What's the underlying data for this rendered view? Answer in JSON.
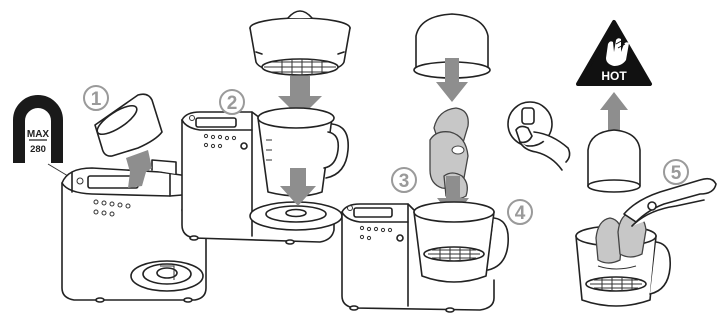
{
  "steps": [
    {
      "number": "1"
    },
    {
      "number": "2"
    },
    {
      "number": "3"
    },
    {
      "number": "4"
    },
    {
      "number": "5"
    }
  ],
  "max_label": {
    "title": "MAX",
    "value": "280"
  },
  "warning": {
    "text": "HOT"
  },
  "colors": {
    "arrow": "#8e8e8e",
    "step_number": "#9a9a9a",
    "line_art": "#222222",
    "warning_bg": "#111111"
  },
  "icons": [
    "max-water-level-icon",
    "hot-warning-icon",
    "hand-press-button-icon",
    "arrow-icon"
  ]
}
